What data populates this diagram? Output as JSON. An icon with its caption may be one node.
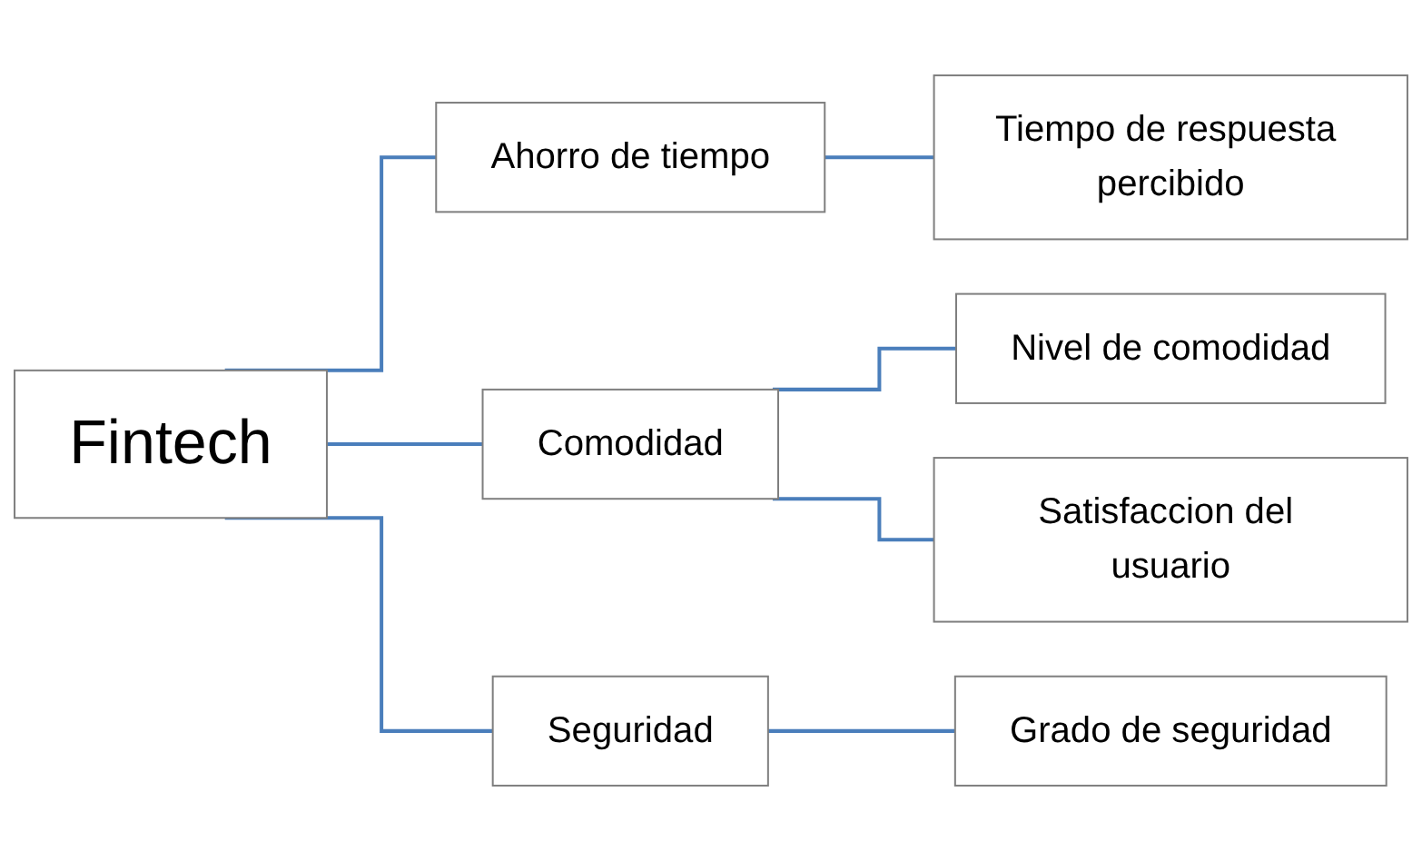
{
  "diagram": {
    "nodes": [
      {
        "text": [
          "Fintech"
        ]
      },
      {
        "text": [
          "Ahorro de tiempo"
        ]
      },
      {
        "text": [
          "Tiempo de respuesta percibido"
        ]
      },
      {
        "text": [
          "Comodidad"
        ]
      },
      {
        "text": [
          "Nivel de comodidad"
        ]
      },
      {
        "text": [
          "Satisfaccion del usuario"
        ]
      },
      {
        "text": [
          "Seguridad"
        ]
      },
      {
        "text": [
          "Grado de seguridad"
        ]
      }
    ],
    "edges": [
      {
        "from": 0,
        "to": 1,
        "arrow": "none"
      },
      {
        "from": 0,
        "to": 3,
        "arrow": "none"
      },
      {
        "from": 0,
        "to": 6,
        "arrow": "none"
      },
      {
        "from": 1,
        "to": 2,
        "arrow": "none"
      },
      {
        "from": 3,
        "to": 4,
        "arrow": "none"
      },
      {
        "from": 3,
        "to": 5,
        "arrow": "none"
      },
      {
        "from": 6,
        "to": 7,
        "arrow": "none"
      }
    ]
  }
}
